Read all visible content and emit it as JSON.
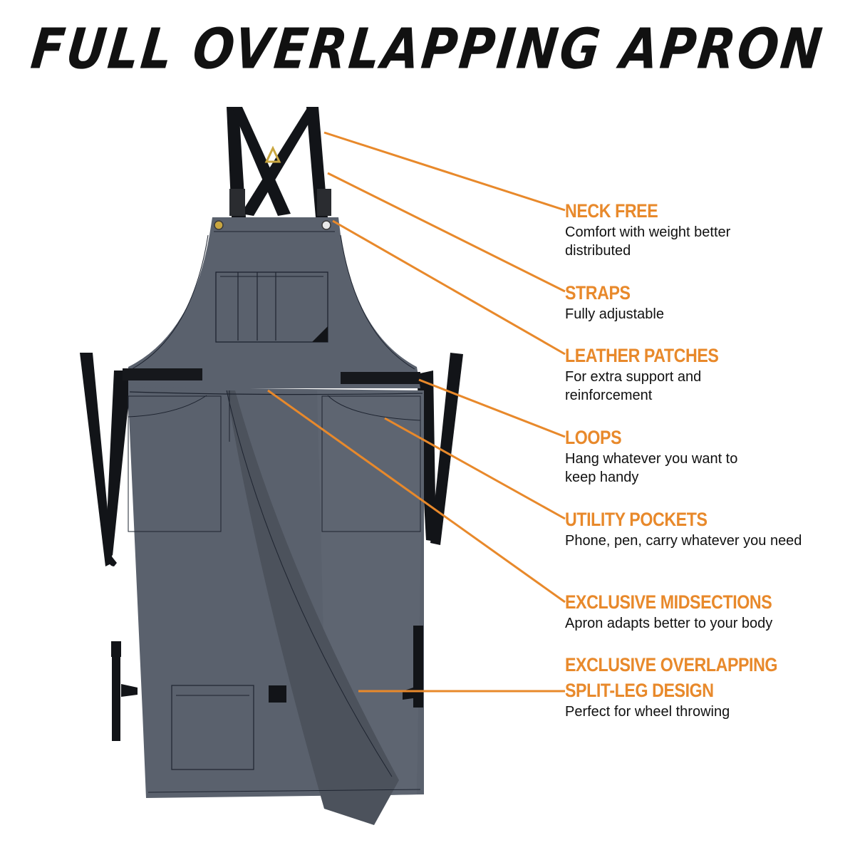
{
  "title": "Full Overlapping Apron",
  "colors": {
    "accent": "#E8892B",
    "fabric": "#5A616D",
    "fabric_shade": "#4C525C",
    "stitch": "#1E2430",
    "strap": "#121418",
    "brass": "#C9A640",
    "text": "#111111",
    "background": "#FFFFFF"
  },
  "features": [
    {
      "heading": "NECK FREE",
      "description": "Comfort with weight better distributed"
    },
    {
      "heading": "STRAPS",
      "description": "Fully adjustable"
    },
    {
      "heading": "LEATHER PATCHES",
      "description": "For extra support and reinforcement"
    },
    {
      "heading": "LOOPS",
      "description": "Hang whatever you want to keep handy"
    },
    {
      "heading": "UTILITY POCKETS",
      "description": "Phone, pen, carry whatever you need"
    },
    {
      "heading": "EXCLUSIVE MIDSECTIONS",
      "description": "Apron adapts better to your body"
    },
    {
      "heading": "EXCLUSIVE OVERLAPPING SPLIT-LEG DESIGN",
      "heading_lines": [
        "EXCLUSIVE OVERLAPPING",
        "SPLIT-LEG DESIGN"
      ],
      "description": "Perfect for wheel throwing"
    }
  ],
  "icons": {
    "strap_ring": "triangle-ring-icon",
    "grommet": "grommet-icon",
    "buckle": "buckle-icon",
    "brand_patch": "logo-patch-icon"
  }
}
